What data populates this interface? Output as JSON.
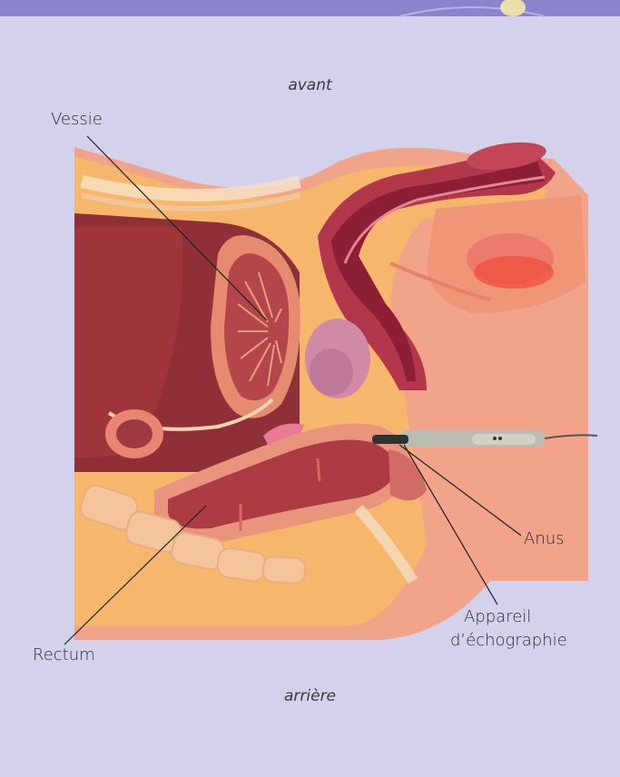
{
  "orientation": {
    "front": "avant",
    "back": "arrière"
  },
  "labels": {
    "bladder": "Vessie",
    "anus": "Anus",
    "probe_line1": "Appareil",
    "probe_line2": "d’échographie",
    "rectum": "Rectum"
  },
  "colors": {
    "background": "#d3d1ec",
    "header": "#8a84cc",
    "skin": "#f2a48a",
    "fat": "#f6b76c",
    "muscle": "#b3374a",
    "cavity": "#8f2f37"
  }
}
